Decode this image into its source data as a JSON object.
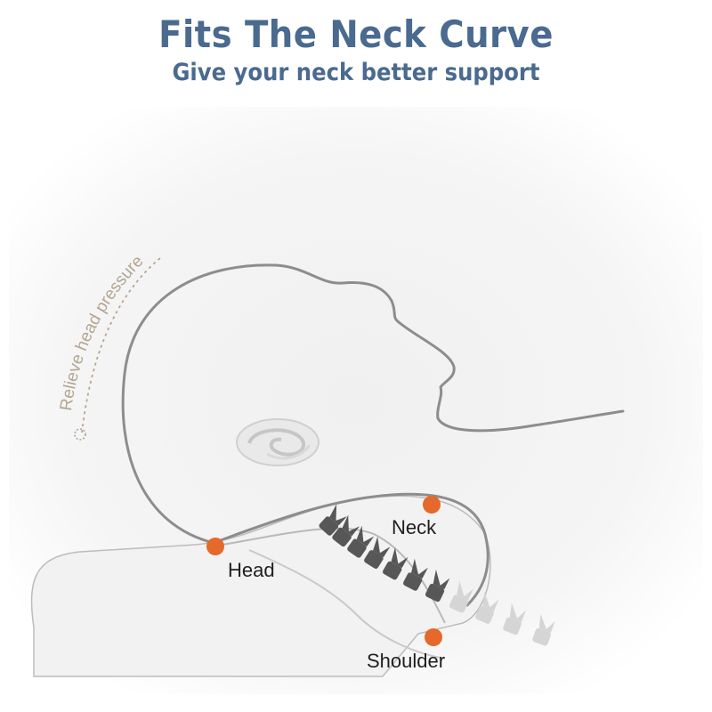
{
  "header": {
    "title": "Fits The Neck Curve",
    "subtitle": "Give your neck better support"
  },
  "annotation": {
    "arc_text": "Relieve head pressure"
  },
  "points": {
    "head": "Head",
    "neck": "Neck",
    "shoulder": "Shoulder"
  },
  "colors": {
    "heading": "#4a6a8f",
    "marker": "#e4692b",
    "outline": "#8d8d8d",
    "annotation": "#b4a592",
    "spine": "#5a5a5a"
  }
}
